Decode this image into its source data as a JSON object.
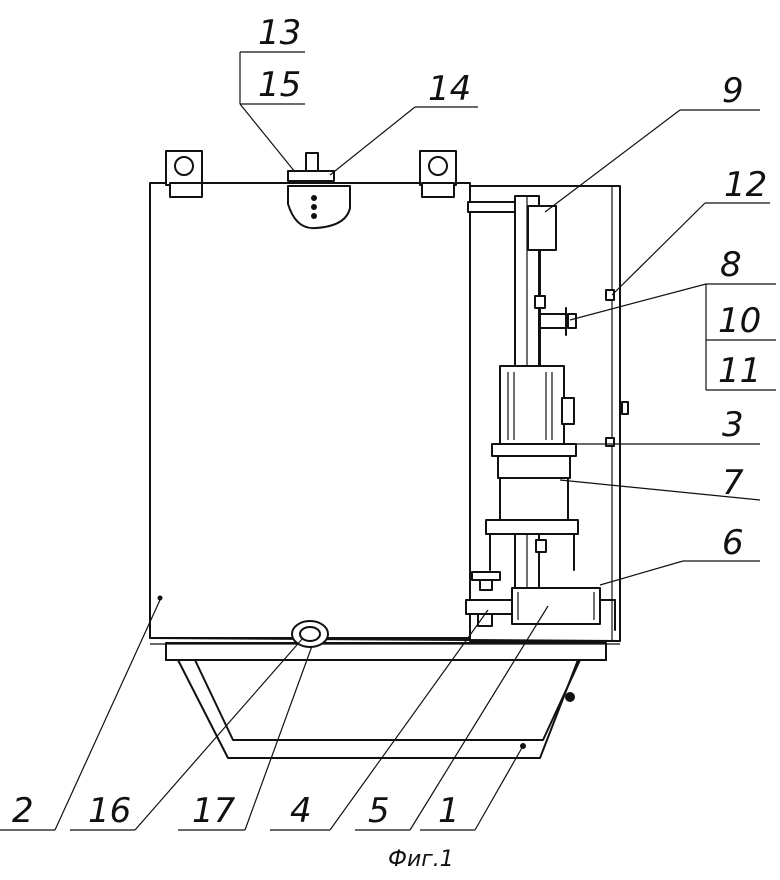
{
  "labels": {
    "l13": "13",
    "l15": "15",
    "l14": "14",
    "l9": "9",
    "l12": "12",
    "l8": "8",
    "l10": "10",
    "l11": "11",
    "l3": "3",
    "l7": "7",
    "l6": "6",
    "l2": "2",
    "l16": "16",
    "l17": "17",
    "l4": "4",
    "l5": "5",
    "l1": "1"
  },
  "caption": "Фиг.1"
}
